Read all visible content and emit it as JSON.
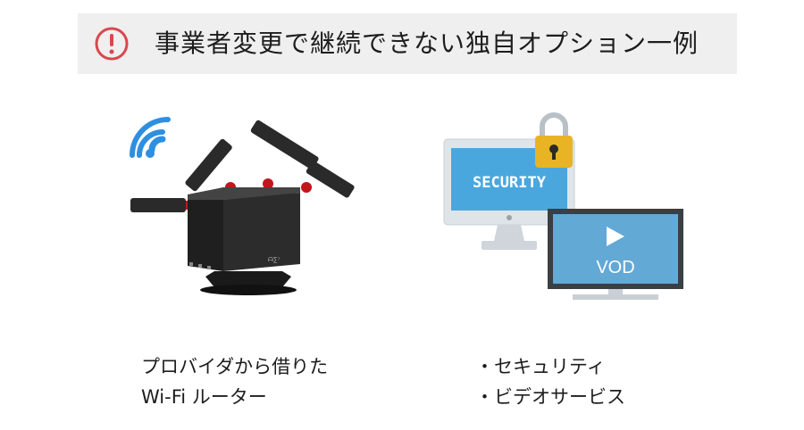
{
  "banner": {
    "title": "事業者変更で継続できない独自オプション一例",
    "alert_icon": "exclamation-circle-icon",
    "alert_color": "#d9474d",
    "background": "#efefef"
  },
  "router": {
    "icon": "wifi-router-icon",
    "caption_line1": "プロバイダから借りた",
    "caption_line2": "Wi-Fi ルーター"
  },
  "services": {
    "security_label": "SECURITY",
    "vod_label": "VOD",
    "items": [
      "・セキュリティ",
      "・ビデオサービス"
    ]
  }
}
